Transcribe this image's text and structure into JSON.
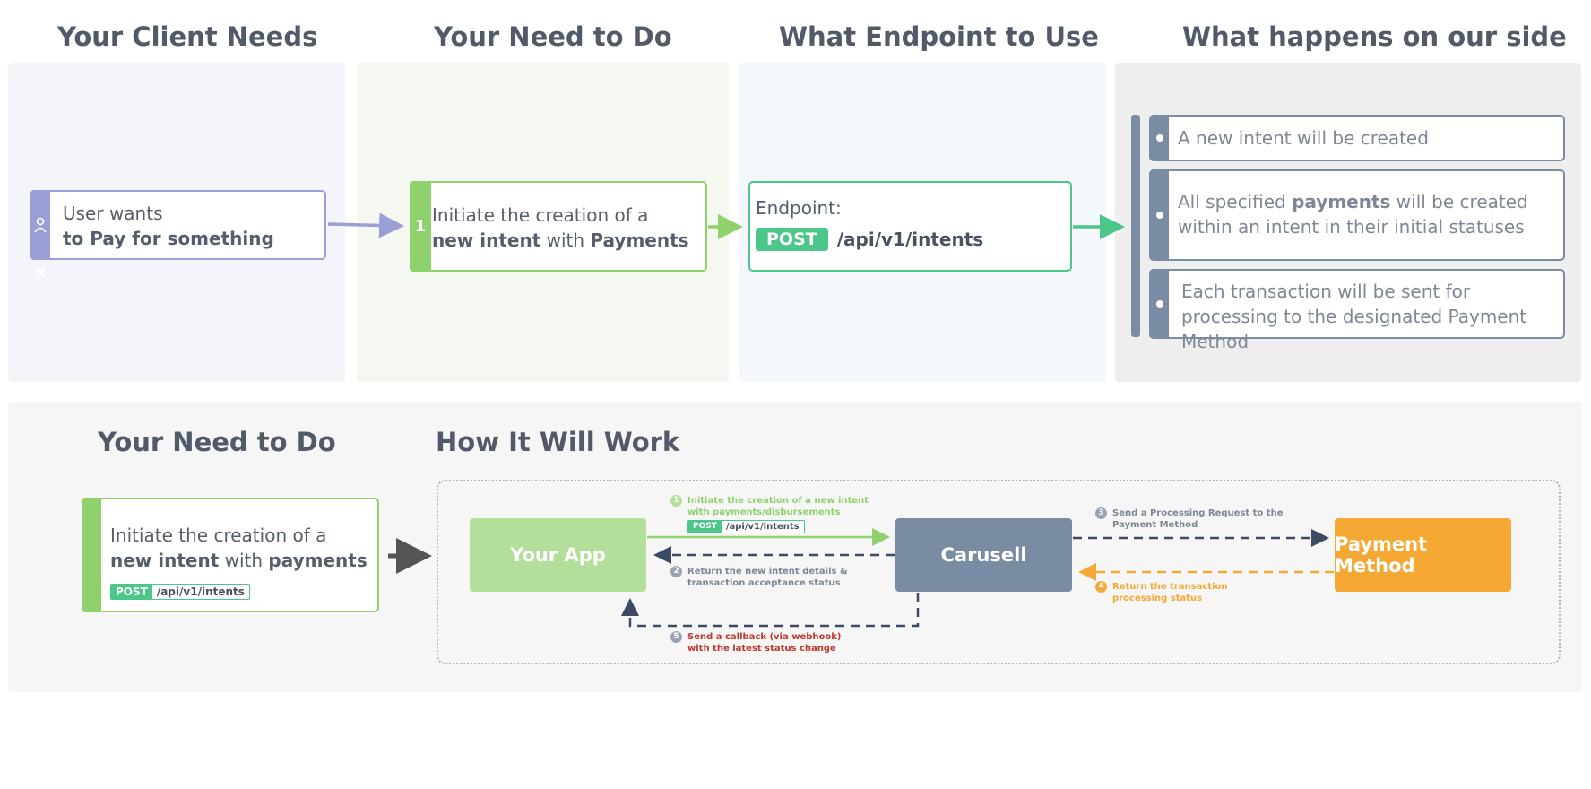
{
  "top": {
    "titles": [
      "Your Client Needs",
      "Your Need to Do",
      "What Endpoint to Use",
      "What happens on our side"
    ],
    "client": {
      "line1": "User wants",
      "line2": "to Pay for something"
    },
    "step": {
      "number": "1",
      "line1": "Initiate the creation of a",
      "line2_bold1": "new intent",
      "line2_mid": " with ",
      "line2_bold2": "Payments"
    },
    "endpoint": {
      "label": "Endpoint:",
      "method": "POST",
      "path": "/api/v1/intents"
    },
    "side": {
      "item1": "A new intent will be created",
      "item2_pre": "All specified ",
      "item2_bold": "payments",
      "item2_post": " will be created within an intent in their initial statuses",
      "item3": "Each transaction will be sent for processing to the designated Payment Method"
    }
  },
  "bottom": {
    "title_left": "Your Need to Do",
    "title_right": "How It Will Work",
    "step": {
      "line1": "Initiate the creation of a",
      "line2_bold1": "new intent",
      "line2_mid": " with ",
      "line2_bold2": "payments",
      "method": "POST",
      "path": "/api/v1/intents"
    },
    "nodes": {
      "app": "Your App",
      "carusell": "Carusell",
      "payment": "Payment Method"
    },
    "flow": {
      "n1": "1",
      "f1_line1": "Initiate the creation of a new intent",
      "f1_line2": "with payments/disbursements",
      "f1_method": "POST",
      "f1_path": "/api/v1/intents",
      "n2": "2",
      "f2_line1": "Return the new intent details &",
      "f2_line2": "transaction acceptance status",
      "n3": "3",
      "f3_line1": "Send a Processing Request to the",
      "f3_line2": "Payment Method",
      "n4": "4",
      "f4_line1": "Return the transaction",
      "f4_line2": "processing status",
      "n5": "5",
      "f5_line1": "Send a callback (via webhook)",
      "f5_line2": "with the latest status change"
    }
  },
  "colors": {
    "purple": "#9aa0d6",
    "green": "#8fd16d",
    "teal": "#4cc78a",
    "slate": "#7a8ba4",
    "orange": "#f5a833",
    "navy": "#3c4a63",
    "red": "#c0392b"
  }
}
